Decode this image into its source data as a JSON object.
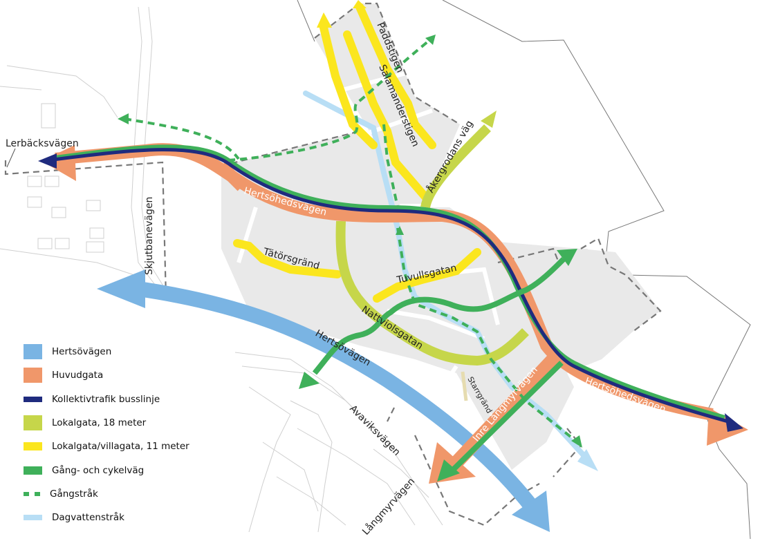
{
  "map": {
    "type": "street-structure-plan",
    "colors": {
      "hertsovagen": "#7ab4e3",
      "huvudgata": "#f0976a",
      "busslinje": "#1f2b7e",
      "lokalgata18": "#c6d64a",
      "lokalgata11": "#fbe61e",
      "gang_cykel": "#3fb05a",
      "gangstrak": "#3fb05a",
      "dagvatten": "#b8def5",
      "block": "#e9e9e9",
      "boundary": "#777777"
    },
    "street_labels": {
      "lerbacksvagen": "Lerbäcksvägen",
      "skjutbanevagen": "Skjutbanevägen",
      "hertsohedsvagen_w": "Hertsöhedsvägen",
      "hertsohedsvagen_e": "Hertsöhedsvägen",
      "salamanderstigen": "Salamanderstigen",
      "paddstigen": "Paddstigen",
      "akergrodans_vag": "Åkergrodans väg",
      "tatorsgrand": "Tätörsgränd",
      "tuvullsgatan": "Tuvullsgatan",
      "nattviolsgatan": "Nattviolsgatan",
      "hertsovagen": "Hertsövägen",
      "starrgrand": "Starrgränd",
      "inre_langmyrvagen": "Inre Långmyrvägen",
      "avaviksvagen": "Avaviksvägen",
      "langmyrvagen": "Långmyrvägen"
    }
  },
  "legend": {
    "items": [
      {
        "label": "Hertsövägen",
        "color": "#7ab4e3",
        "style": "block"
      },
      {
        "label": "Huvudgata",
        "color": "#f0976a",
        "style": "block"
      },
      {
        "label": "Kollektivtrafik busslinje",
        "color": "#1f2b7e",
        "style": "thin"
      },
      {
        "label": "Lokalgata, 18 meter",
        "color": "#c6d64a",
        "style": "block"
      },
      {
        "label": "Lokalgata/villagata, 11 meter",
        "color": "#fbe61e",
        "style": "block"
      },
      {
        "label": "Gång- och cykelväg",
        "color": "#3fb05a",
        "style": "block"
      },
      {
        "label": "Gångstråk",
        "color": "#3fb05a",
        "style": "dash"
      },
      {
        "label": "Dagvattenstråk",
        "color": "#b8def5",
        "style": "thin"
      }
    ]
  }
}
